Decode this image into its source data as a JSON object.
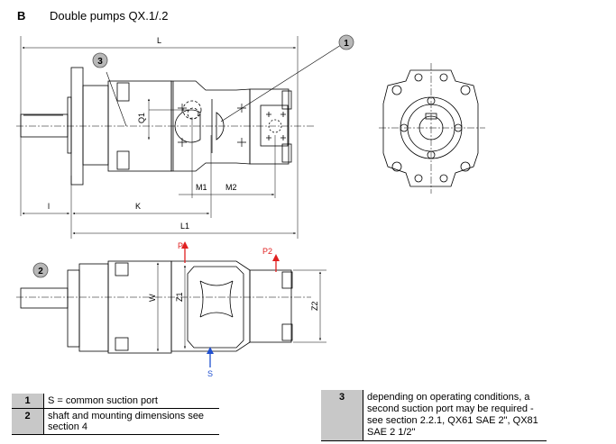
{
  "section": {
    "letter": "B",
    "title": "Double pumps QX.1/.2"
  },
  "drawing": {
    "dimensions": [
      "L",
      "L1",
      "K",
      "l",
      "M1",
      "M2",
      "Q1",
      "W",
      "Z1",
      "Z2"
    ],
    "ports": {
      "p1": "P1",
      "p2": "P2",
      "s": "S"
    },
    "callouts": [
      "1",
      "2",
      "3"
    ],
    "colors": {
      "port_pressure": "#e02020",
      "port_suction": "#2050d0",
      "callout_fill": "#b8b8b8"
    }
  },
  "notes_left": [
    {
      "num": "1",
      "text": "S = common suction port"
    },
    {
      "num": "2",
      "text": "shaft and mounting dimensions see section 4"
    }
  ],
  "notes_right": [
    {
      "num": "3",
      "text": "depending on operating conditions, a second suction port may be required - see section 2.2.1, QX61 SAE 2\", QX81 SAE 2 1/2\""
    }
  ]
}
